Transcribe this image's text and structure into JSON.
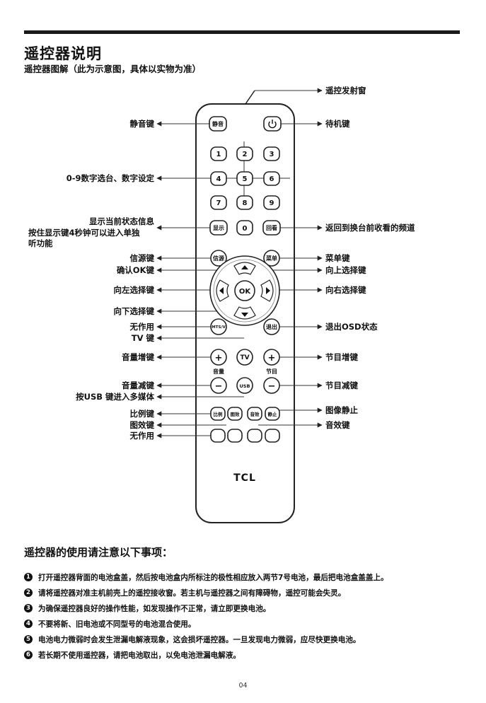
{
  "page": {
    "title": "遥控器说明",
    "subtitle": "遥控器图解（此为示意图，具体以实物为准）",
    "page_number": "04"
  },
  "remote": {
    "brand": "TCL",
    "buttons": {
      "mute": "静音",
      "d1": "1",
      "d2": "2",
      "d3": "3",
      "d4": "4",
      "d5": "5",
      "d6": "6",
      "d7": "7",
      "d8": "8",
      "d9": "9",
      "display": "显示",
      "d0": "0",
      "recall": "回看",
      "source": "信源",
      "menu": "菜单",
      "ok": "OK",
      "mtsv": "MTS/V",
      "exit": "退出",
      "tv": "TV",
      "vol_plus": "+",
      "ch_plus": "+",
      "vol_caption": "音量",
      "ch_caption": "节目",
      "vol_minus": "−",
      "ch_minus": "−",
      "usb": "USB",
      "ratio": "比例",
      "pic": "图效",
      "sound": "音效",
      "freeze": "静止"
    }
  },
  "callouts": {
    "ir": "遥控发射窗",
    "mute": "静音键",
    "standby": "待机键",
    "digits": "0-9数字选台、数字设定",
    "display_l1": "显示当前状态信息",
    "display_l2": "按住显示键4秒钟可以进入单独",
    "display_l3": "听功能",
    "recall": "返回到换台前收看的频道",
    "source": "信源键",
    "menu": "菜单键",
    "ok": "确认OK键",
    "up": "向上选择键",
    "left": "向左选择键",
    "right": "向右选择键",
    "down": "向下选择键",
    "noop1": "无作用",
    "exit": "退出OSD状态",
    "tv": "TV 键",
    "vol_up": "音量增键",
    "ch_up": "节目增键",
    "vol_down": "音量减键",
    "ch_down": "节目减键",
    "usb": "按USB 键进入多媒体",
    "ratio": "比例键",
    "freeze": "图像静止",
    "pic": "图效键",
    "sound": "音效键",
    "noop2": "无作用"
  },
  "notes": {
    "title": "遥控器的使用请注意以下事项：",
    "items": [
      {
        "num": "1",
        "text": "打开遥控器背面的电池盒盖，然后按电池盒内所标注的极性相应放入两节7号电池，最后把电池盒盖盖上。"
      },
      {
        "num": "2",
        "text": "请将遥控器对准主机前壳上的遥控接收窗。若主机与遥控器之间有障碍物，遥控可能会失灵。"
      },
      {
        "num": "3",
        "text": "为确保遥控器良好的操作性能，如发现操作不正常，请立即更换电池。"
      },
      {
        "num": "4",
        "text": "不要将新、旧电池或不同型号的电池混合使用。"
      },
      {
        "num": "5",
        "text": "电池电力微弱时会发生泄漏电解液现象，这会损坏遥控器。一旦发现电力微弱，应尽快更换电池。"
      },
      {
        "num": "6",
        "text": "若长期不使用遥控器，请把电池取出，以免电池泄漏电解液。"
      }
    ]
  }
}
